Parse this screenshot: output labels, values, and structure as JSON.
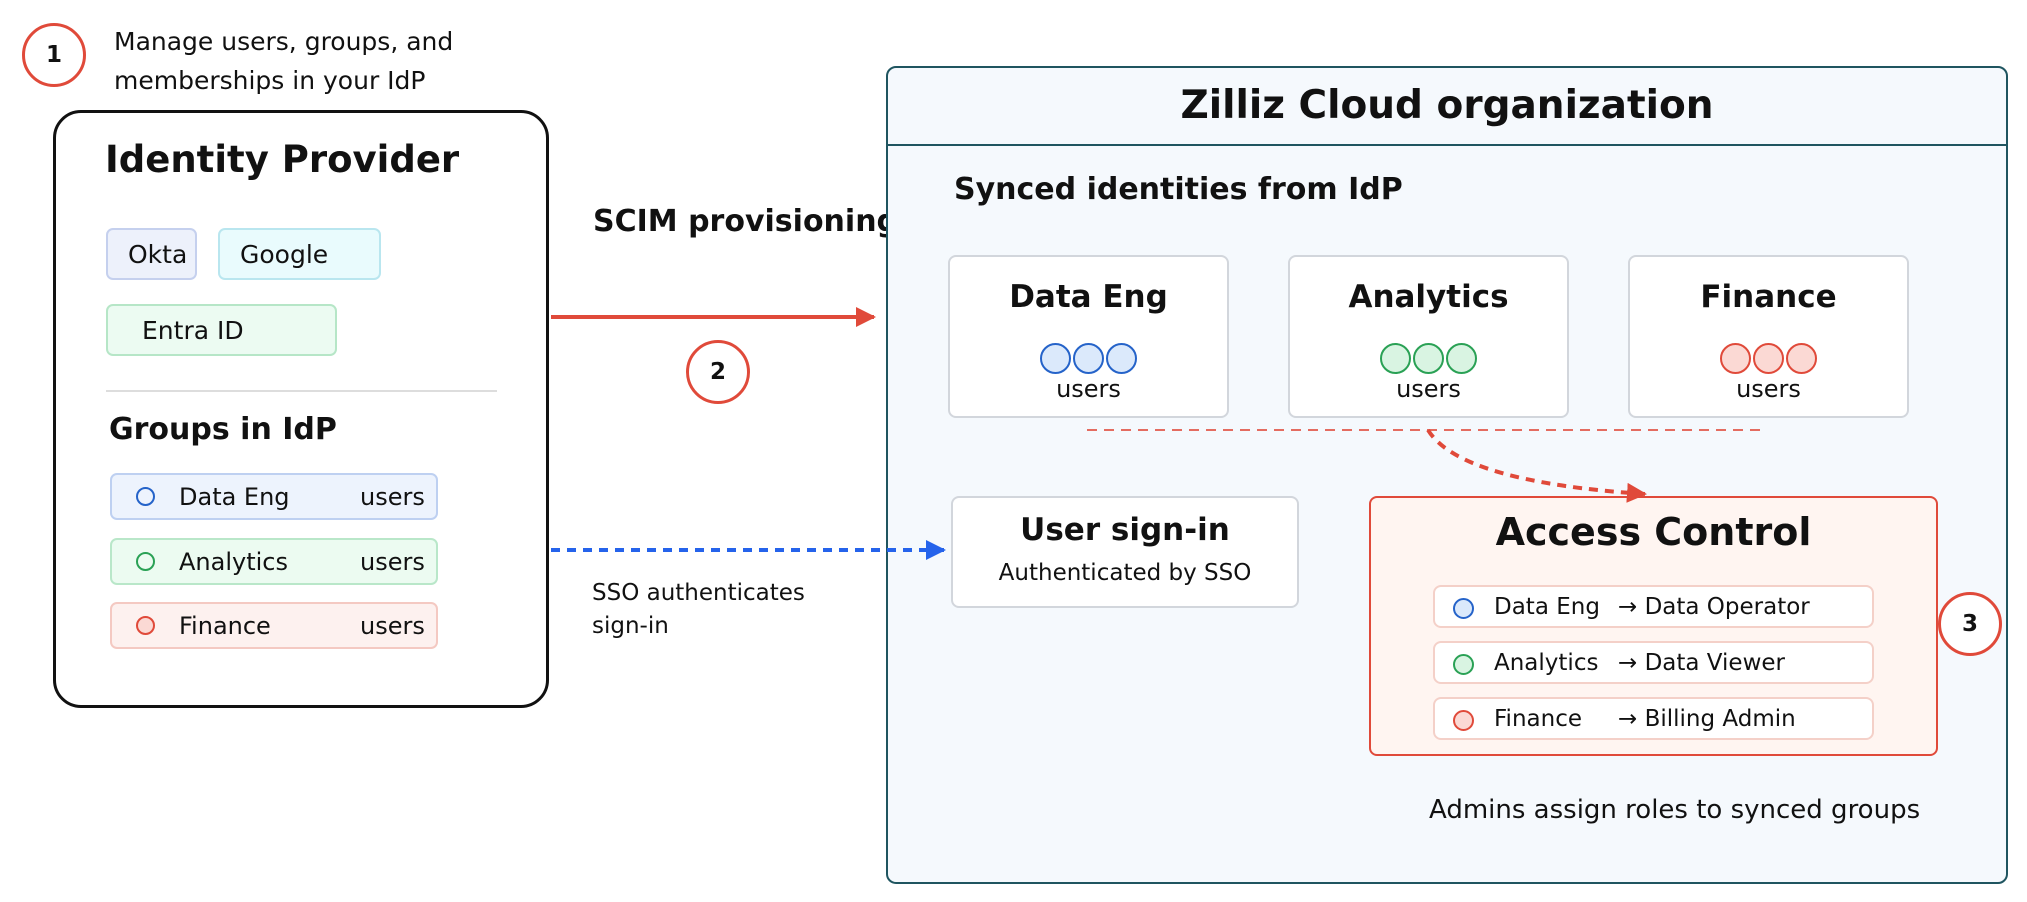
{
  "step1": {
    "number": "1",
    "text_line1": "Manage users, groups, and",
    "text_line2": "memberships in your IdP"
  },
  "idp": {
    "title": "Identity Provider",
    "providers": [
      "Okta",
      "Google",
      "Entra ID"
    ],
    "groups_title": "Groups in IdP",
    "groups": [
      {
        "name": "Data Eng",
        "users": "users",
        "color": "#2563c9"
      },
      {
        "name": "Analytics",
        "users": "users",
        "color": "#2aa155"
      },
      {
        "name": "Finance",
        "users": "users",
        "color": "#e04a3a"
      }
    ]
  },
  "scim": {
    "label": "SCIM provisioning",
    "step": "2"
  },
  "sso": {
    "label_line1": "SSO authenticates",
    "label_line2": "sign-in"
  },
  "org": {
    "title": "Zilliz Cloud organization",
    "synced_title": "Synced identities from IdP",
    "synced_groups": [
      {
        "name": "Data Eng",
        "users": "users"
      },
      {
        "name": "Analytics",
        "users": "users"
      },
      {
        "name": "Finance",
        "users": "users"
      }
    ],
    "signin": {
      "title": "User sign-in",
      "subtitle": "Authenticated by SSO"
    },
    "access_control": {
      "title": "Access Control",
      "roles": [
        {
          "group": "Data Eng",
          "role": "→ Data Operator"
        },
        {
          "group": "Analytics",
          "role": "→ Data Viewer"
        },
        {
          "group": "Finance",
          "role": "→ Billing Admin"
        }
      ],
      "step": "3"
    },
    "admins_note": "Admins assign roles to synced groups"
  },
  "colors": {
    "accent_red": "#e04a3a",
    "accent_blue": "#2563eb",
    "blue": "#2563c9",
    "green": "#2aa155",
    "red": "#e04a3a"
  }
}
